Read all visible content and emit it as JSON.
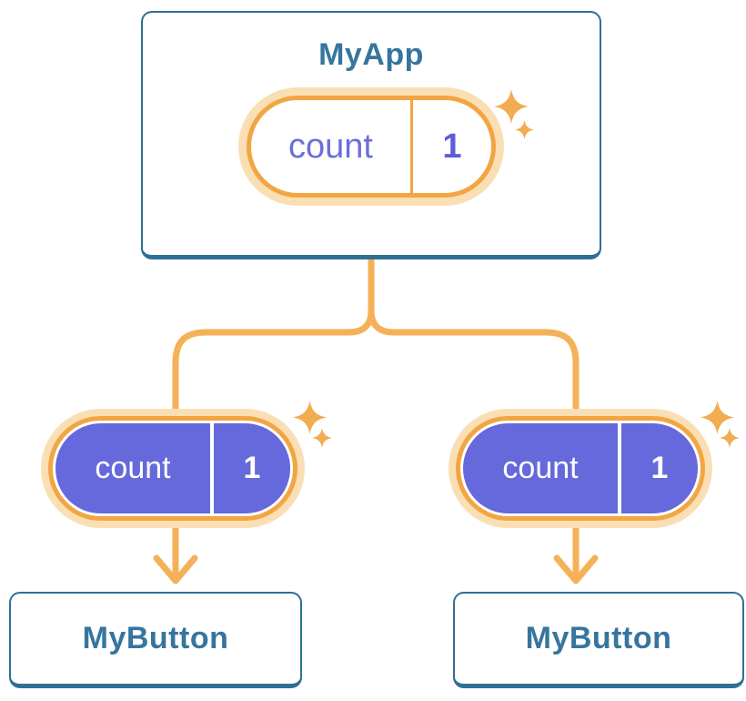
{
  "diagram": {
    "root": {
      "title": "MyApp",
      "state": {
        "label": "count",
        "value": "1"
      }
    },
    "children": [
      {
        "title": "MyButton",
        "state": {
          "label": "count",
          "value": "1"
        }
      },
      {
        "title": "MyButton",
        "state": {
          "label": "count",
          "value": "1"
        }
      }
    ]
  },
  "icons": {
    "sparkle": "sparkle-stars"
  },
  "colors": {
    "card-bg": "#FFFFFF",
    "card-border": "#2D7096",
    "title-text": "#36759E",
    "pill-ring": "#F1A643",
    "pill-glow": "#FBDFB4",
    "pill-fill": "#6569DB",
    "pill-text-light": "#FFFFFF",
    "pill-text-purple": "#6B6EDC",
    "pill-value-purple": "#5B5ED9",
    "connector": "#F5B157",
    "sparkle": "#F2AC52"
  }
}
